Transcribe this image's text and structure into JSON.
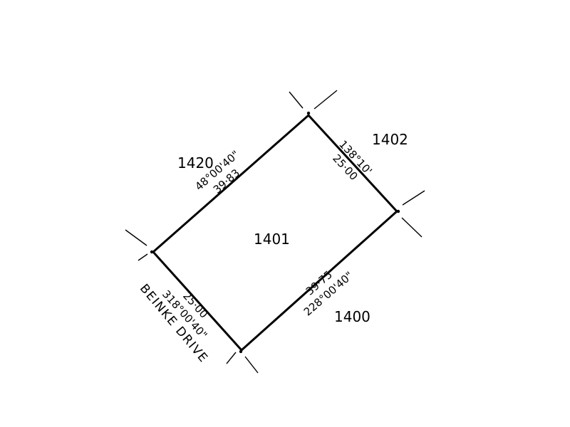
{
  "lots": {
    "subject": "1401",
    "north_west": "1420",
    "north_east": "1402",
    "south_east": "1400"
  },
  "boundaries": {
    "north_west": {
      "bearing": "48°00'40\"",
      "distance": "39·83"
    },
    "north_east": {
      "bearing": "138°10'",
      "distance": "25·00"
    },
    "south_east": {
      "bearing": "228°00'40\"",
      "distance": "39·75"
    },
    "south_west": {
      "bearing": "318°00'40\"",
      "distance": "25·00"
    }
  },
  "road": "BEINKE DRIVE",
  "colors": {
    "line": "#000000",
    "background": "#ffffff"
  }
}
